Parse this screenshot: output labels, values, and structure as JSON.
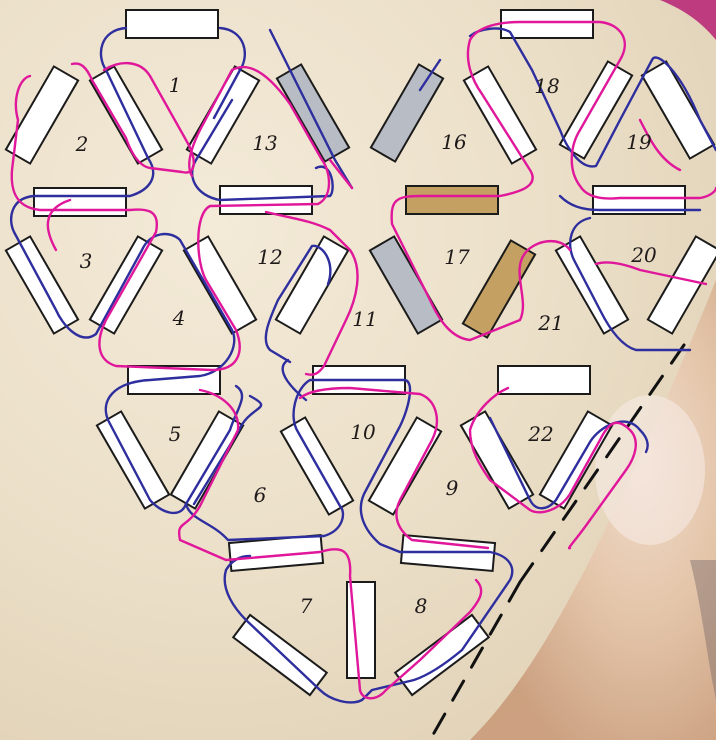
{
  "diagram": {
    "background": "#eee3cf",
    "colors": {
      "thread_blue": "#2e2e9e",
      "thread_magenta": "#e0179a",
      "bead_white": "#ffffff",
      "bead_gray": "#b8bcc4",
      "bead_gold": "#c4a062",
      "outline": "#1b1b1b"
    },
    "triangle_labels": [
      "1",
      "2",
      "3",
      "4",
      "5",
      "6",
      "7",
      "8",
      "9",
      "10",
      "11",
      "12",
      "13",
      "16",
      "17",
      "18",
      "19",
      "20",
      "21",
      "22"
    ]
  }
}
